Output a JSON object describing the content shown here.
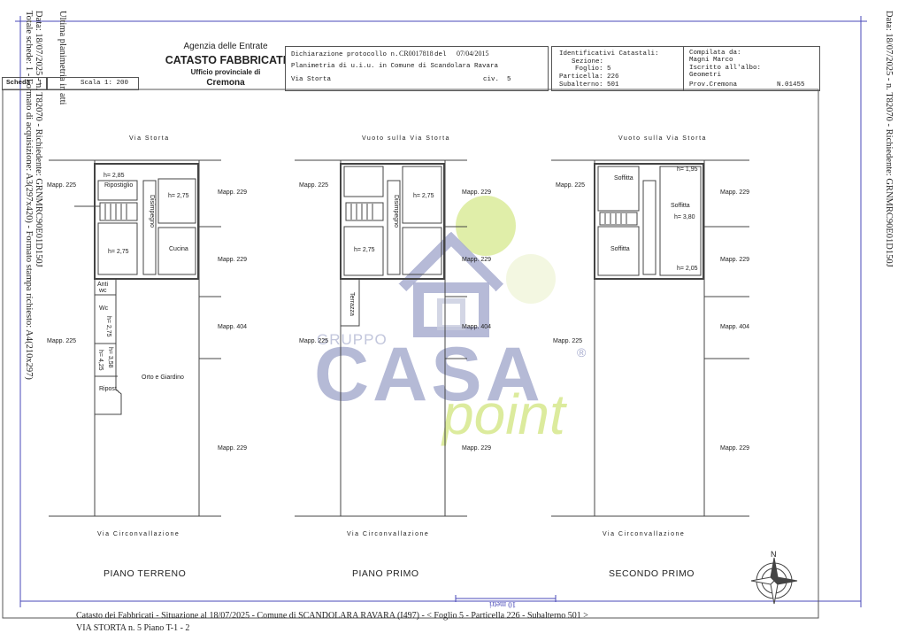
{
  "side_left": {
    "line1": "Ultima planimetria in atti",
    "line2": "Data: 18/07/2025 - n. T82070 - Richiedente: GRNMRC90E01D150J",
    "line3": "Totale schede: 1 - Formato di acquisizione: A3(297x420) - Formato stampa richiesto: A4(210x297)"
  },
  "side_right": {
    "line1": "Data: 18/07/2025 - n. T82070 - Richiedente: GRNMRC90E01D150J"
  },
  "header": {
    "agency": "Agenzia delle Entrate",
    "title": "CATASTO FABBRICATI",
    "office": "Ufficio provinciale di",
    "city": "Cremona",
    "scheda_label": "Scheda",
    "scheda_num": "1",
    "scala": "Scala 1: 200",
    "dich_label": "Dichiarazione protocollo n.",
    "dich_num": "CR0017818",
    "del_label": "del",
    "date": "07/04/2015",
    "planimetria": "Planimetria di u.i.u. in Comune di Scandolara Ravara",
    "via": "Via Storta",
    "civ_label": "civ.",
    "civ": "5",
    "ident_title": "Identificativi Catastali:",
    "sezione": "Sezione:",
    "foglio": "Foglio: 5",
    "particella": "Particella: 226",
    "subalterno": "Subalterno: 501",
    "compilata": "Compilata da:",
    "compilatore": "Magni Marco",
    "iscritto": "Iscritto all'albo:",
    "albo": "Geometri",
    "prov": "Prov.Cremona",
    "n_albo": "N.01455"
  },
  "plan_ground": {
    "road_top": "Via Storta",
    "road_bottom": "Via Circonvallazione",
    "floor_title": "PIANO TERRENO",
    "mapp_225a": "Mapp. 225",
    "mapp_225b": "Mapp. 225",
    "mapp_229a": "Mapp. 229",
    "mapp_229b": "Mapp. 229",
    "mapp_404": "Mapp. 404",
    "mapp_229c": "Mapp. 229",
    "h1": "h= 2,85",
    "ripostiglio": "Ripostiglio",
    "h2": "h= 2,75",
    "disimpegno": "Disimpegno",
    "h3": "h= 2,75",
    "cucina": "Cucina",
    "anti": "Anti",
    "wc1": "wc",
    "wc2": "Wc",
    "h4": "h= 2,75",
    "h5": "h= 4,25",
    "h6": "h= 3,58",
    "ripost": "Ripost.",
    "orto": "Orto e Giardino"
  },
  "plan_first": {
    "road_top": "Vuoto sulla Via Storta",
    "road_bottom": "Via Circonvallazione",
    "floor_title": "PIANO PRIMO",
    "mapp_225a": "Mapp. 225",
    "mapp_225b": "Mapp. 225",
    "mapp_229a": "Mapp. 229",
    "mapp_229b": "Mapp. 229",
    "mapp_404": "Mapp. 404",
    "mapp_229c": "Mapp. 229",
    "h1": "h= 2,75",
    "disimpegno": "Disimpegno",
    "h2": "h= 2,75",
    "terrazza": "Terrazza"
  },
  "plan_second": {
    "road_top": "Vuoto sulla Via Storta",
    "road_bottom": "Via Circonvallazione",
    "floor_title": "SECONDO PRIMO",
    "mapp_225a": "Mapp. 225",
    "mapp_225b": "Mapp. 225",
    "mapp_229a": "Mapp. 229",
    "mapp_229b": "Mapp. 229",
    "mapp_404": "Mapp. 404",
    "mapp_229c": "Mapp. 229",
    "soffitta1": "Soffitta",
    "h1": "h= 1,95",
    "soffitta2": "Soffitta",
    "h2": "h= 3,80",
    "soffitta3": "Soffitta",
    "h3": "h= 2,05"
  },
  "north": "N",
  "scale_bar": "10 metri",
  "watermark": {
    "gruppo": "GRUPPO",
    "casa": "CASA",
    "point": "point",
    "reg": "®"
  },
  "footer": {
    "line1": "Catasto dei Fabbricati - Situazione al 18/07/2025 - Comune di SCANDOLARA RAVARA (I497) - < Foglio 5 - Particella 226 - Subalterno 501 >",
    "line2": "VIA STORTA n. 5 Piano T-1 - 2"
  },
  "colors": {
    "frame": "#3b3bb0",
    "line": "#444444",
    "wm_gray": "#a9aed0",
    "wm_green": "#d6e88c"
  }
}
